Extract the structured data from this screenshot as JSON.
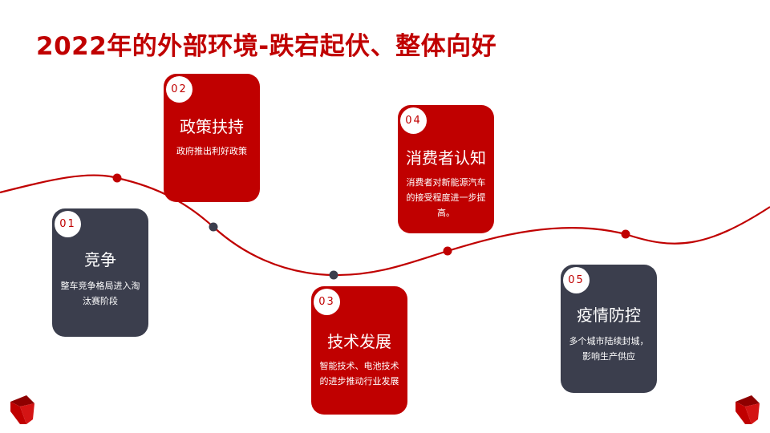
{
  "slide": {
    "title": "2022年的外部环境-跌宕起伏、整体向好"
  },
  "colors": {
    "accent": "#c00000",
    "dark": "#3b3e4d",
    "background": "#ffffff"
  },
  "cards": [
    {
      "number": "01",
      "title": "竞争",
      "description": "整车竞争格局进入淘汰赛阶段",
      "color": "dark"
    },
    {
      "number": "02",
      "title": "政策扶持",
      "description": "政府推出利好政策",
      "color": "red"
    },
    {
      "number": "03",
      "title": "技术发展",
      "description": "智能技术、电池技术的进步推动行业发展",
      "color": "red"
    },
    {
      "number": "04",
      "title": "消费者认知",
      "description": "消费者对新能源汽车的接受程度进一步提高。",
      "color": "red"
    },
    {
      "number": "05",
      "title": "疫情防控",
      "description": "多个城市陆续封城，影响生产供应",
      "color": "dark"
    }
  ]
}
